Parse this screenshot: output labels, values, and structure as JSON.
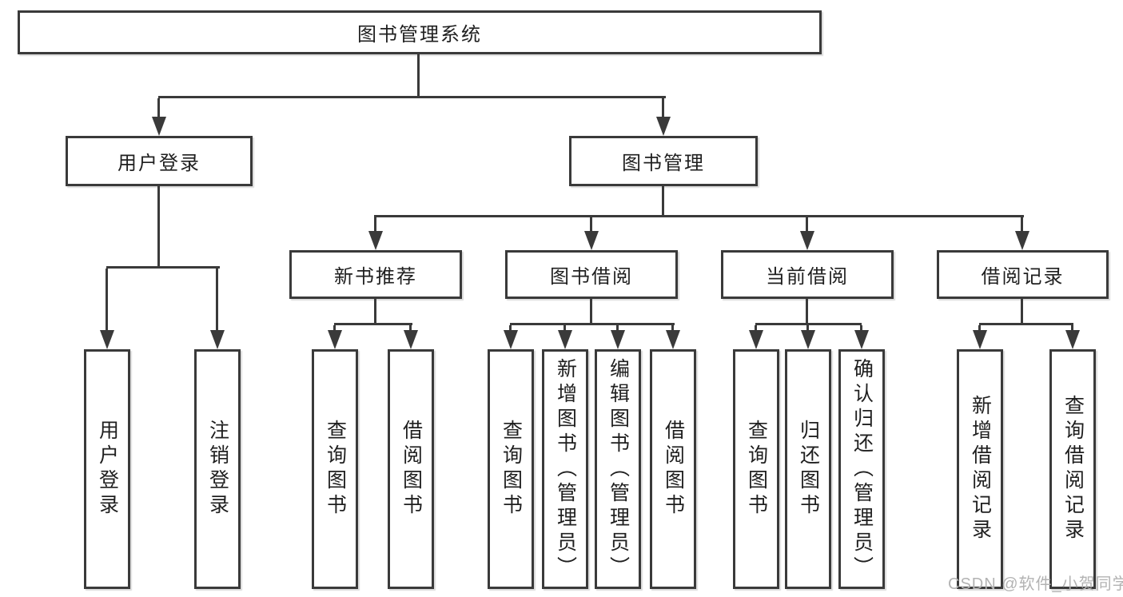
{
  "diagram": {
    "title": "图书管理系统",
    "tree": {
      "root": {
        "label": "图书管理系统"
      },
      "children": [
        {
          "label": "用户登录",
          "children": [
            {
              "label": "用户登录"
            },
            {
              "label": "注销登录"
            }
          ]
        },
        {
          "label": "图书管理",
          "children": [
            {
              "label": "新书推荐",
              "children": [
                {
                  "label": "查询图书"
                },
                {
                  "label": "借阅图书"
                }
              ]
            },
            {
              "label": "图书借阅",
              "children": [
                {
                  "label": "查询图书"
                },
                {
                  "label": "新增图书（管理员）"
                },
                {
                  "label": "编辑图书（管理员）"
                },
                {
                  "label": "借阅图书"
                }
              ]
            },
            {
              "label": "当前借阅",
              "children": [
                {
                  "label": "查询图书"
                },
                {
                  "label": "归还图书"
                },
                {
                  "label": "确认归还（管理员）"
                }
              ]
            },
            {
              "label": "借阅记录",
              "children": [
                {
                  "label": "新增借阅记录"
                },
                {
                  "label": "查询借阅记录"
                }
              ]
            }
          ]
        }
      ]
    },
    "colors": {
      "line": "#3a3a3a",
      "text": "#1f1f1f",
      "watermark": "#b3b3b3",
      "background": "#ffffff"
    }
  },
  "watermark": {
    "text": "CSDN @软件_小贺同学"
  }
}
